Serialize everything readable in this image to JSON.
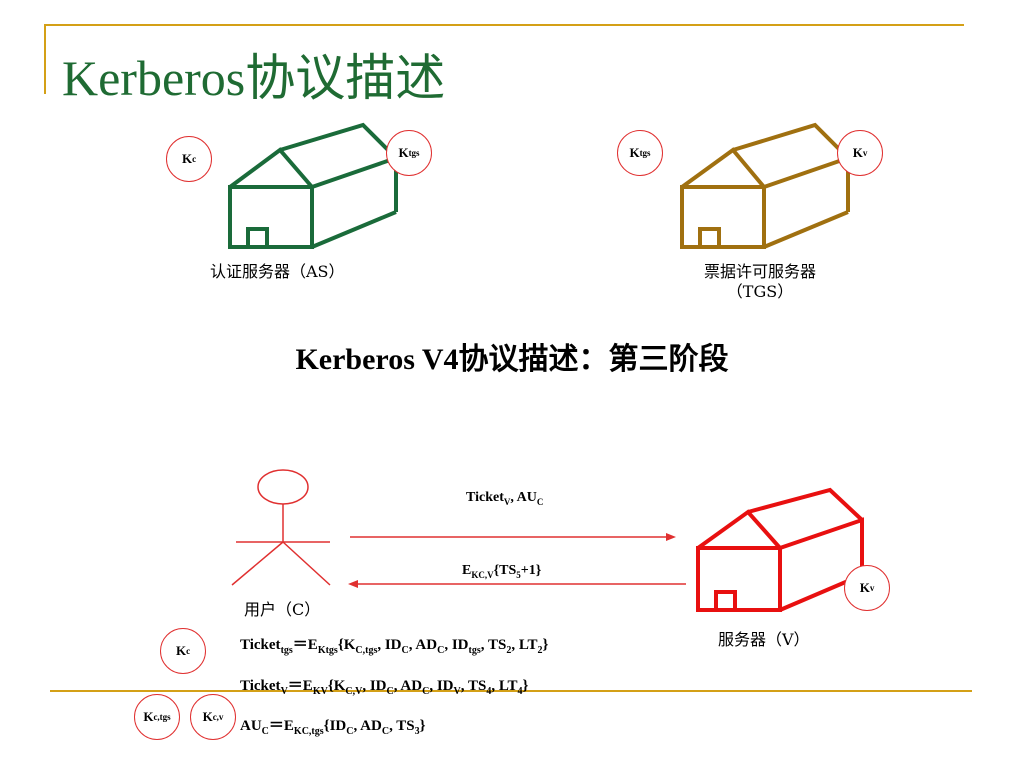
{
  "slide": {
    "title": "Kerberos协议描述",
    "subtitle": "Kerberos V4协议描述：第三阶段"
  },
  "servers": {
    "as_label": "认证服务器（AS）",
    "tgs_label_line1": "票据许可服务器",
    "tgs_label_line2": "（TGS）",
    "v_label": "服务器（V）"
  },
  "user": {
    "label": "用户（C）"
  },
  "keys": {
    "as_left": {
      "main": "K",
      "sub": "c"
    },
    "as_right": {
      "main": "K",
      "sub": "tgs"
    },
    "tgs_left": {
      "main": "K",
      "sub": "tgs"
    },
    "tgs_right": {
      "main": "K",
      "sub": "v"
    },
    "server_v": {
      "main": "K",
      "sub": "v"
    },
    "bottom_kc": {
      "main": "K",
      "sub": "c"
    },
    "bottom_kc_tgs": {
      "main": "K",
      "sub": "c,tgs"
    },
    "bottom_kc_v": {
      "main": "K",
      "sub": "c,v"
    }
  },
  "messages": {
    "m1": {
      "p1": "Ticket",
      "s1": "V",
      "p2": ", AU",
      "s2": "C"
    },
    "m2": {
      "p1": "E",
      "s1": "KC,V",
      "p2": "{TS",
      "s2": "5",
      "p3": "+1}"
    }
  },
  "equations": {
    "eq1": {
      "a": "Ticket",
      "a_sub": "tgs",
      "b": "＝E",
      "b_sub": "Ktgs",
      "c": "{K",
      "c_sub": "C,tgs",
      "d": ", ID",
      "d_sub": "C",
      "e": ", AD",
      "e_sub": "C",
      "f": ", ID",
      "f_sub": "tgs",
      "g": ", TS",
      "g_sub": "2",
      "h": ", LT",
      "h_sub": "2",
      "i": "}"
    },
    "eq2": {
      "a": "Ticket",
      "a_sub": "V",
      "b": "＝E",
      "b_sub": "KV",
      "c": "{K",
      "c_sub": "C,V",
      "d": ", ID",
      "d_sub": "C",
      "e": ", AD",
      "e_sub": "C",
      "f": ", ID",
      "f_sub": "V",
      "g": ", TS",
      "g_sub": "4",
      "h": ", LT",
      "h_sub": "4",
      "i": "}"
    },
    "eq3": {
      "a": "AU",
      "a_sub": "C",
      "b": "＝E",
      "b_sub": "KC,tgs",
      "c": "{ID",
      "c_sub": "C",
      "d": ", AD",
      "d_sub": "C",
      "e": ", TS",
      "e_sub": "3",
      "f": "}"
    }
  },
  "colors": {
    "as_house": "#1a6b3a",
    "tgs_house": "#a07010",
    "v_house": "#e81010",
    "user_figure": "#e03030",
    "arrows": "#e03030",
    "key_circle": "#e03030",
    "rule": "#d4a017",
    "title": "#1f6b33"
  }
}
